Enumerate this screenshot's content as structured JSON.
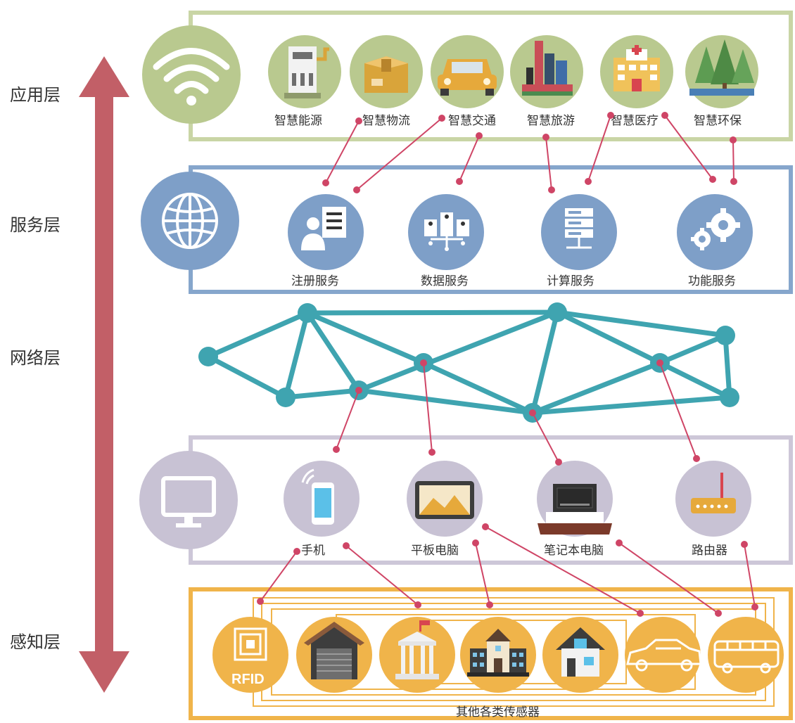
{
  "layers": [
    {
      "label": "应用层"
    },
    {
      "label": "服务层"
    },
    {
      "label": "网络层"
    },
    {
      "label": "感知层"
    }
  ],
  "colors": {
    "application": "#b9c98f",
    "service": "#7e9fc8",
    "network": "#3fa4b0",
    "device": "#c8c2d4",
    "sensor": "#f0b44a",
    "arrow": "#c25f67",
    "connector": "#cf4566"
  },
  "application": {
    "hub_icon": "wifi-icon",
    "items": [
      {
        "label": "智慧能源",
        "icon": "fuel-pump-icon"
      },
      {
        "label": "智慧物流",
        "icon": "package-box-icon"
      },
      {
        "label": "智慧交通",
        "icon": "car-icon"
      },
      {
        "label": "智慧旅游",
        "icon": "city-tower-icon"
      },
      {
        "label": "智慧医疗",
        "icon": "hospital-icon"
      },
      {
        "label": "智慧环保",
        "icon": "trees-icon"
      }
    ]
  },
  "service": {
    "hub_icon": "globe-icon",
    "items": [
      {
        "label": "注册服务",
        "icon": "user-card-icon"
      },
      {
        "label": "数据服务",
        "icon": "data-network-icon"
      },
      {
        "label": "计算服务",
        "icon": "server-icon"
      },
      {
        "label": "功能服务",
        "icon": "gears-icon"
      }
    ]
  },
  "devices": {
    "hub_icon": "monitor-icon",
    "items": [
      {
        "label": "手机",
        "icon": "smartphone-icon"
      },
      {
        "label": "平板电脑",
        "icon": "tablet-icon"
      },
      {
        "label": "笔记本电脑",
        "icon": "laptop-icon"
      },
      {
        "label": "路由器",
        "icon": "router-icon"
      }
    ]
  },
  "sensors": {
    "caption": "其他各类传感器",
    "rfid_text": "RFID",
    "items": [
      {
        "icon": "rfid-icon"
      },
      {
        "icon": "warehouse-icon"
      },
      {
        "icon": "bank-icon"
      },
      {
        "icon": "school-icon"
      },
      {
        "icon": "house-icon"
      },
      {
        "icon": "sedan-icon"
      },
      {
        "icon": "bus-icon"
      }
    ]
  }
}
